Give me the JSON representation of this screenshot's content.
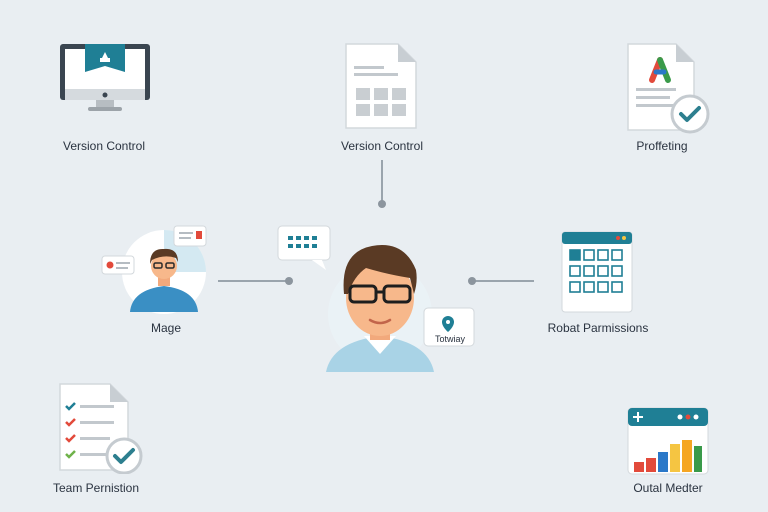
{
  "nodes": {
    "top_left": {
      "label": "Version Control",
      "icon": "monitor-icon"
    },
    "top_center": {
      "label": "Version Control",
      "icon": "document-grid-icon"
    },
    "top_right": {
      "label": "Proffeting",
      "icon": "document-check-icon"
    },
    "mid_left": {
      "label": "Mage",
      "icon": "user-avatar-icon"
    },
    "mid_right": {
      "label": "Robat Parmissions",
      "icon": "calendar-grid-icon"
    },
    "bottom_left": {
      "label": "Team Pernistion",
      "icon": "checklist-icon"
    },
    "bottom_right": {
      "label": "Outal Medter",
      "icon": "bar-chart-icon"
    }
  },
  "center": {
    "icon": "central-user-avatar-icon",
    "tag_label": "Totwiay"
  },
  "colors": {
    "background": "#e9eef2",
    "teal": "#1f7f95",
    "check": "#2d7f8f",
    "skin": "#f7b88b",
    "hair": "#5a3a24",
    "shirt": "#a9d3e6"
  }
}
